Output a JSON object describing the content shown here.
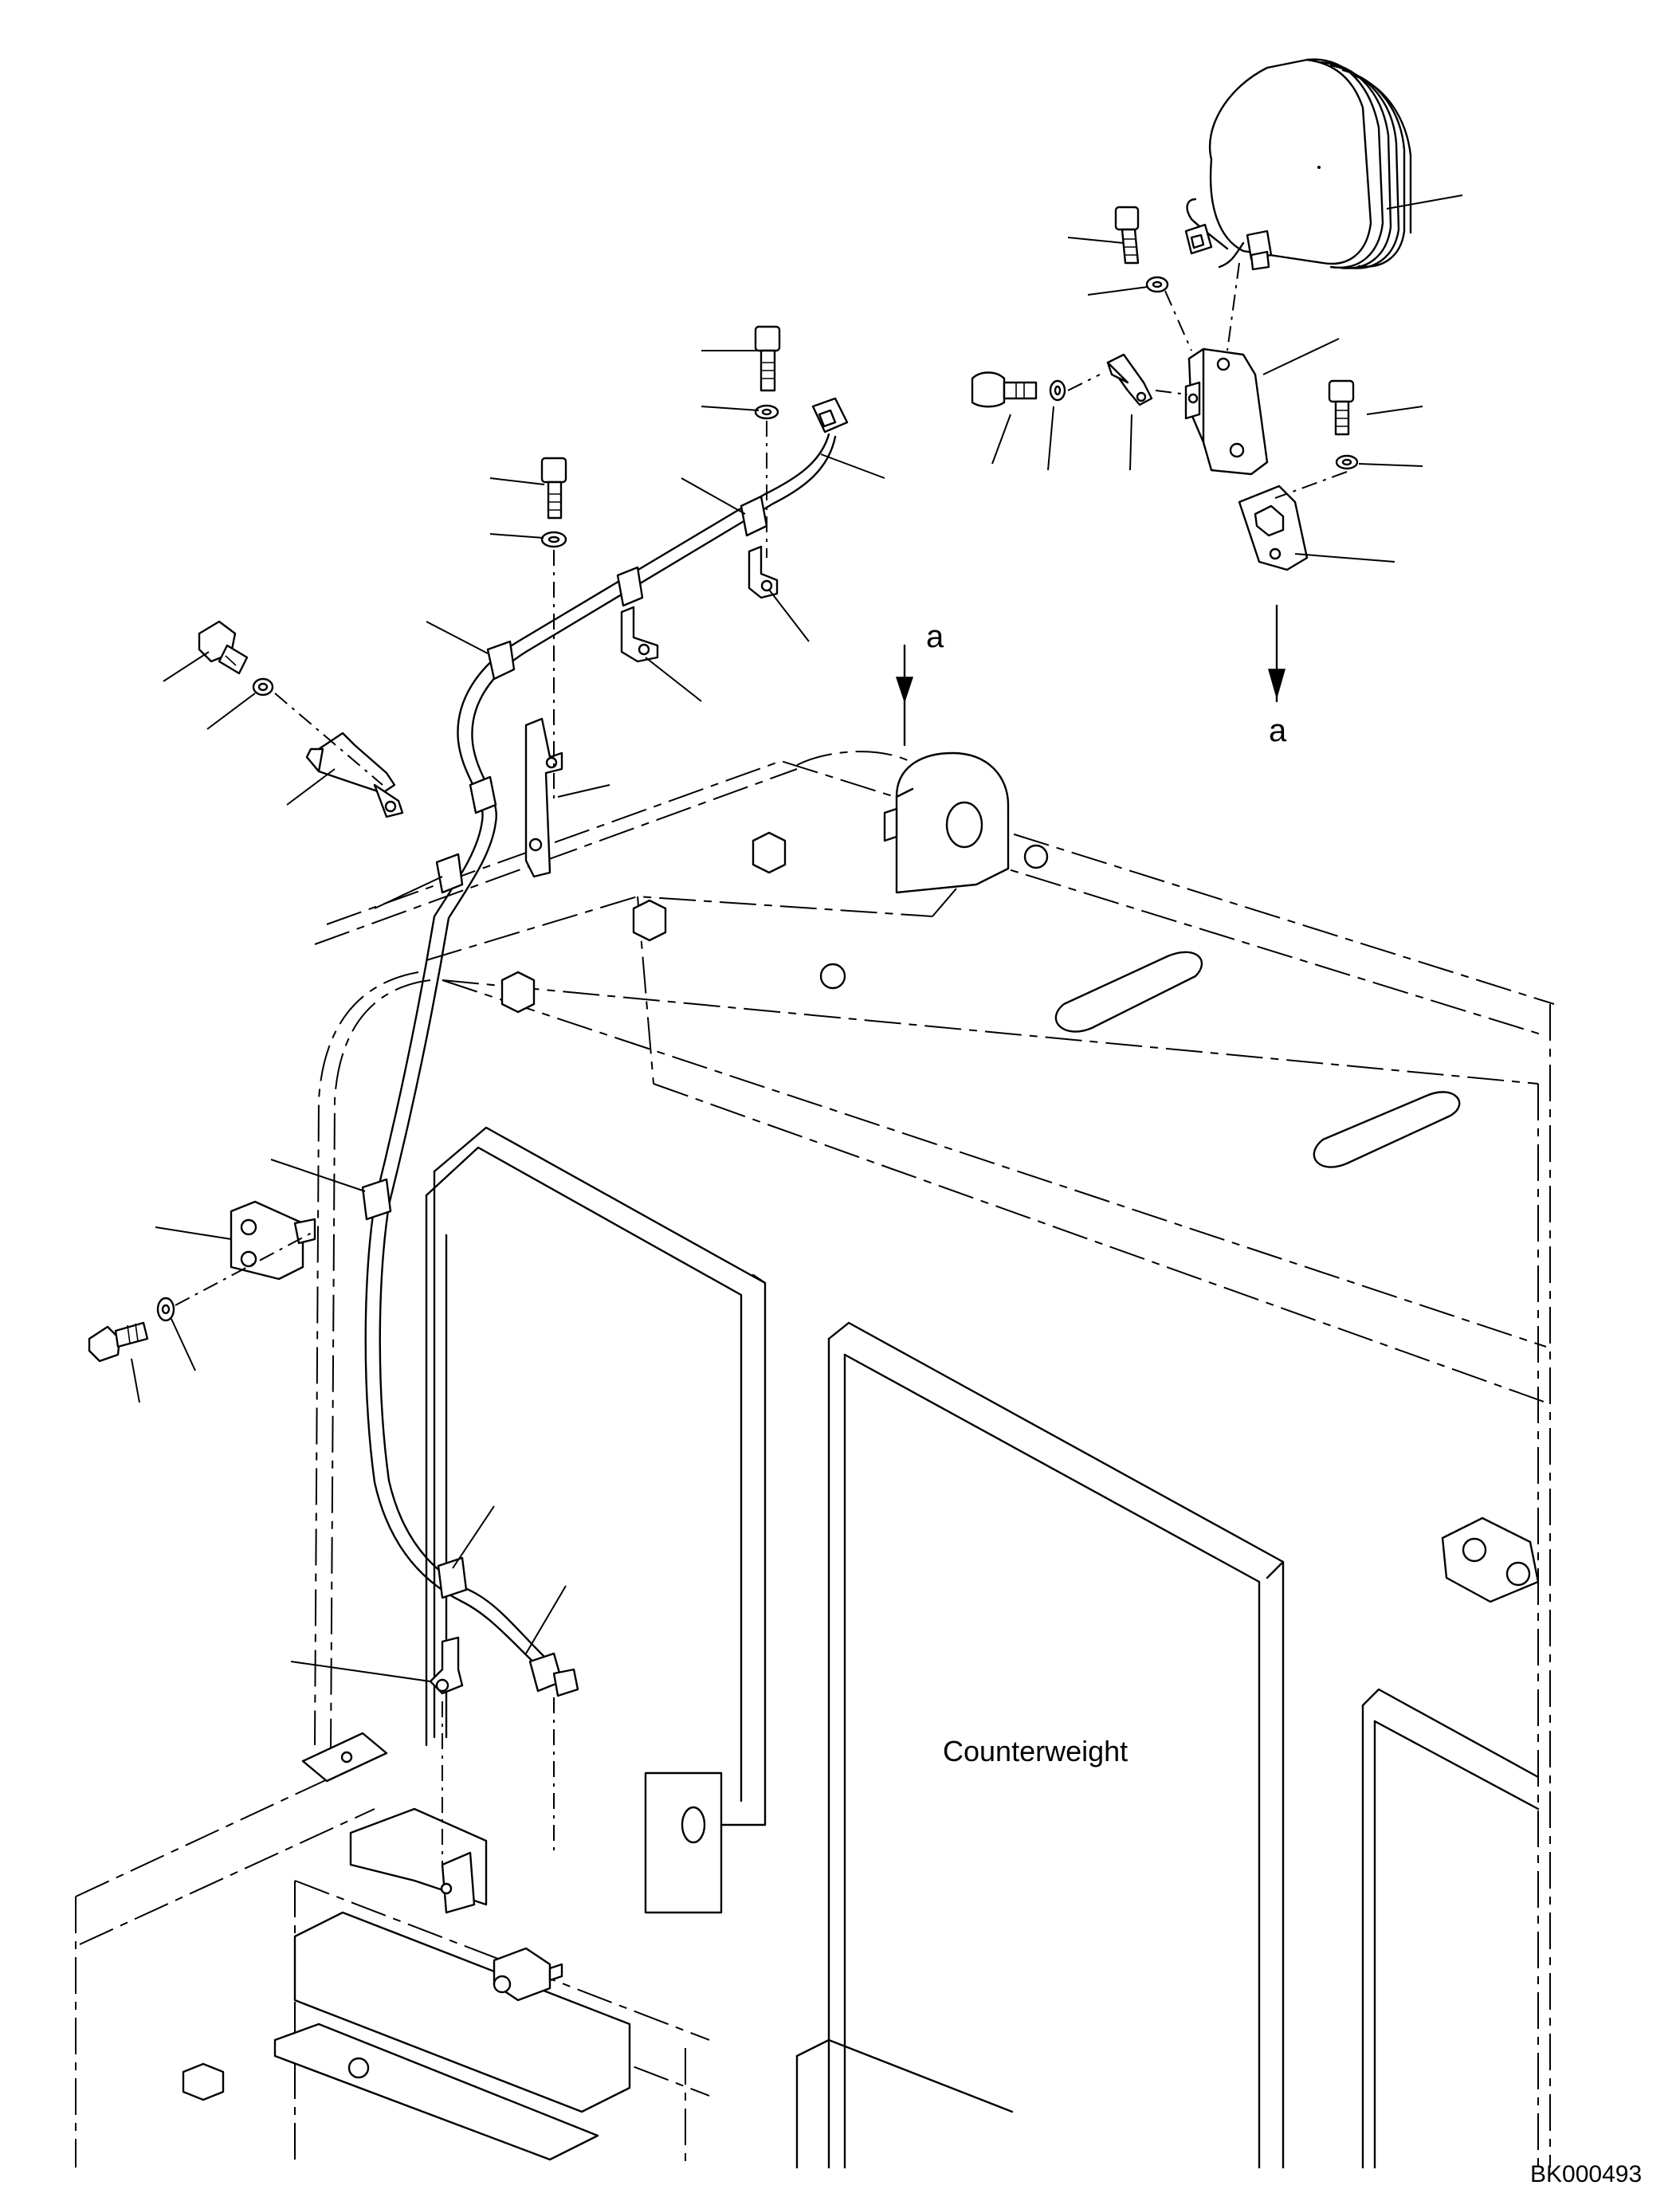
{
  "diagram": {
    "view_arrow_labels": [
      "a",
      "a"
    ],
    "main_label": "Counterweight",
    "drawing_code": "BK000493"
  }
}
